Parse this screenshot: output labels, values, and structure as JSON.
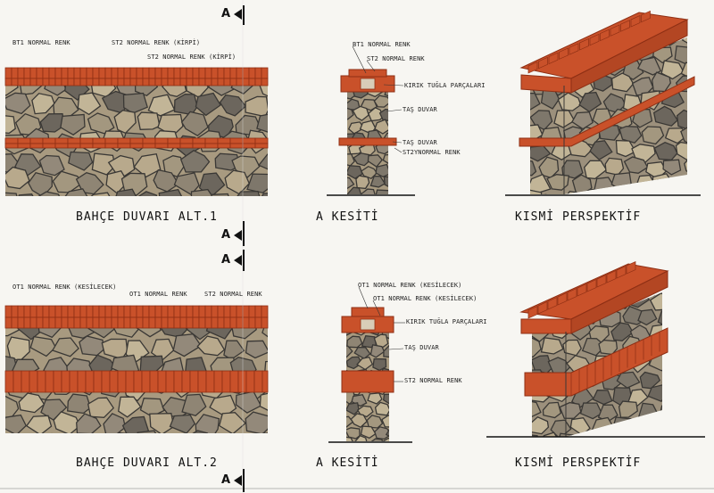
{
  "section_marker": "A",
  "panel1": {
    "caption": "BAHÇE DUVARI ALT.1",
    "labels": [
      "BT1 NORMAL RENK",
      "ST2 NORMAL RENK (KİRPİ)",
      "ST2 NORMAL RENK (KİRPİ)"
    ]
  },
  "section1": {
    "caption": "A KESİTİ",
    "labels": [
      "BT1 NORMAL RENK",
      "ST2 NORMAL RENK",
      "KIRIK TUĞLA PARÇALARI",
      "TAŞ DUVAR",
      "TAŞ DUVAR",
      "ST2YNORMAL RENK"
    ]
  },
  "persp1": {
    "caption": "KISMİ PERSPEKTİF"
  },
  "panel2": {
    "caption": "BAHÇE DUVARI ALT.2",
    "labels": [
      "OT1 NORMAL RENK (KESİLECEK)",
      "OT1 NORMAL RENK",
      "ST2 NORMAL RENK"
    ]
  },
  "section2": {
    "caption": "A KESİTİ",
    "labels": [
      "OT1 NORMAL RENK (KESİLECEK)",
      "OT1 NORMAL RENK (KESİLECEK)",
      "KIRIK TUĞLA PARÇALARI",
      "TAŞ DUVAR",
      "ST2 NORMAL RENK"
    ]
  },
  "persp2": {
    "caption": "KISMİ PERSPEKTİF"
  },
  "colors": {
    "brick": "#c9512a",
    "brick_dark": "#8e2f14",
    "stone_light": "#b8a98c",
    "stone_mid": "#8f8574",
    "stone_dark": "#6c665d",
    "mortar": "#3a3835"
  }
}
